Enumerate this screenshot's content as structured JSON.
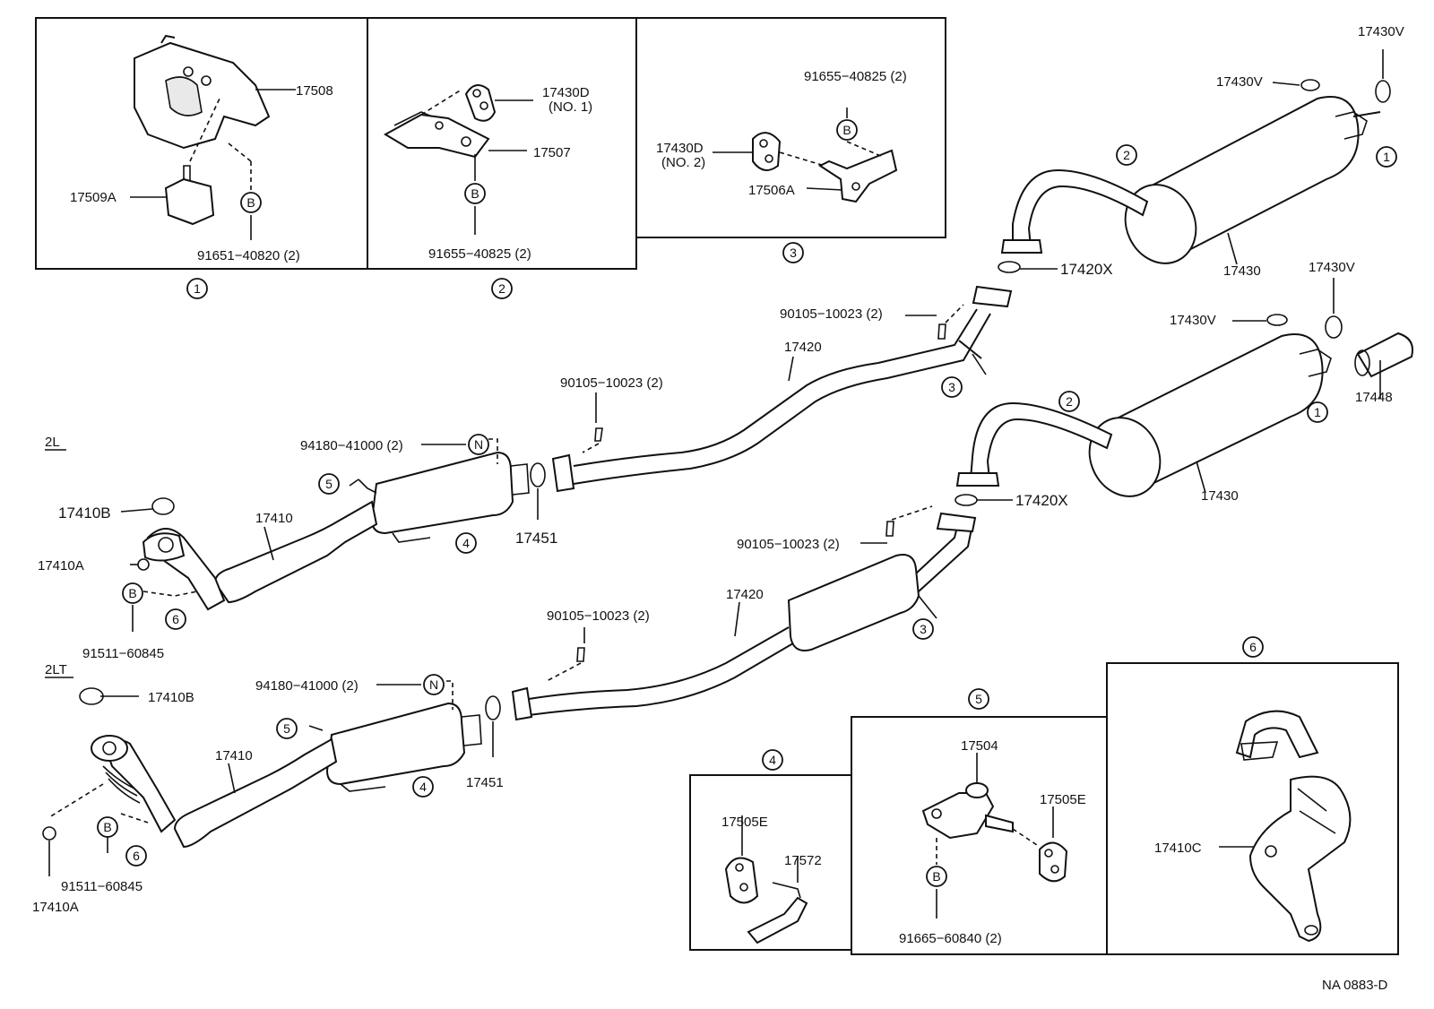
{
  "variants": {
    "v2l": "2L",
    "v2lt": "2LT"
  },
  "callout_symbols": {
    "bolt": "B",
    "nut": "N"
  },
  "figure_code": "NA 0883-D",
  "labels": {
    "p17508": "17508",
    "p17509a": "17509A",
    "p91651": "91651−40820 (2)",
    "p17430d_no1": "17430D",
    "p17430d_no1_sub": "(NO. 1)",
    "p17507": "17507",
    "p91655_box2": "91655−40825 (2)",
    "p91655_box3": "91655−40825 (2)",
    "p17430d_no2": "17430D",
    "p17430d_no2_sub": "(NO. 2)",
    "p17506a": "17506A",
    "p17430v_a": "17430V",
    "p17430v_b": "17430V",
    "p17430v_c": "17430V",
    "p17430v_d": "17430V",
    "p17430_upper": "17430",
    "p17430_lower": "17430",
    "p17420x_upper": "17420X",
    "p17420x_lower": "17420X",
    "p90105_a": "90105−10023 (2)",
    "p90105_b": "90105−10023 (2)",
    "p90105_c": "90105−10023 (2)",
    "p90105_d": "90105−10023 (2)",
    "p17420_upper": "17420",
    "p17420_lower": "17420",
    "p17448": "17448",
    "p94180_a": "94180−41000 (2)",
    "p94180_b": "94180−41000 (2)",
    "p17451_a": "17451",
    "p17451_b": "17451",
    "p17410b_a": "17410B",
    "p17410b_b": "17410B",
    "p17410a_a": "17410A",
    "p17410a_b": "17410A",
    "p17410_a": "17410",
    "p17410_b": "17410",
    "p91511_a": "91511−60845",
    "p91511_b": "91511−60845",
    "p17505e_a": "17505E",
    "p17505e_b": "17505E",
    "p17572": "17572",
    "p17504": "17504",
    "p91665": "91665−60840 (2)",
    "p17410c": "17410C"
  },
  "callouts": {
    "c1": "1",
    "c2": "2",
    "c3": "3",
    "c4": "4",
    "c5": "5",
    "c6": "6"
  }
}
